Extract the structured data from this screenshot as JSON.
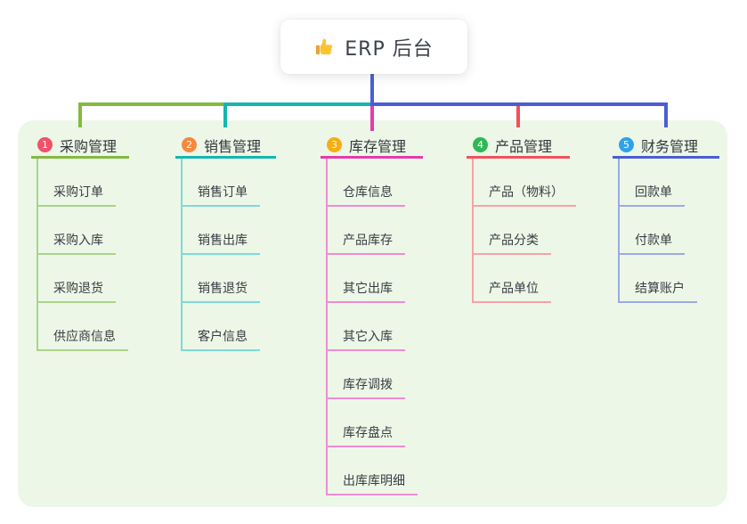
{
  "root": {
    "label": "ERP 后台",
    "icon": "thumbs-up"
  },
  "colors": {
    "panel_bg": "#edf7e7",
    "stem_blue": "#4a5ed4",
    "title_text": "#3d434b",
    "node_text": "#383d42"
  },
  "branches": [
    {
      "number": "1",
      "label": "采购管理",
      "badge": "#f25069",
      "line": "#83ba3f",
      "child_line": "#a9d489",
      "children": [
        "采购订单",
        "采购入库",
        "采购退货",
        "供应商信息"
      ]
    },
    {
      "number": "2",
      "label": "销售管理",
      "badge": "#f7883f",
      "line": "#16b6ae",
      "child_line": "#7edcd4",
      "children": [
        "销售订单",
        "销售出库",
        "销售退货",
        "客户信息"
      ]
    },
    {
      "number": "3",
      "label": "库存管理",
      "badge": "#f9ad14",
      "line": "#e23cae",
      "child_line": "#f08cd2",
      "children": [
        "仓库信息",
        "产品库存",
        "其它出库",
        "其它入库",
        "库存调拨",
        "库存盘点",
        "出库库明细"
      ]
    },
    {
      "number": "4",
      "label": "产品管理",
      "badge": "#2eb956",
      "line": "#f1515c",
      "child_line": "#f7a3a6",
      "children": [
        "产品（物料）",
        "产品分类",
        "产品单位"
      ]
    },
    {
      "number": "5",
      "label": "财务管理",
      "badge": "#2fa2e8",
      "line": "#4a5ed4",
      "child_line": "#9aaae8",
      "children": [
        "回款单",
        "付款单",
        "结算账户"
      ]
    }
  ]
}
